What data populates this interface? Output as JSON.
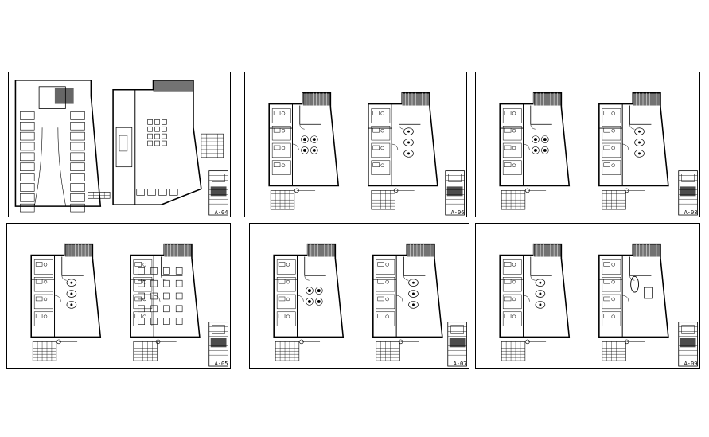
{
  "drawing": {
    "sheets": [
      {
        "id": "A-04"
      },
      {
        "id": "A-06"
      },
      {
        "id": "A-08"
      },
      {
        "id": "A-05"
      },
      {
        "id": "A-07"
      },
      {
        "id": "A-09"
      }
    ]
  },
  "colors": {
    "line": "#000000",
    "background": "#ffffff"
  }
}
